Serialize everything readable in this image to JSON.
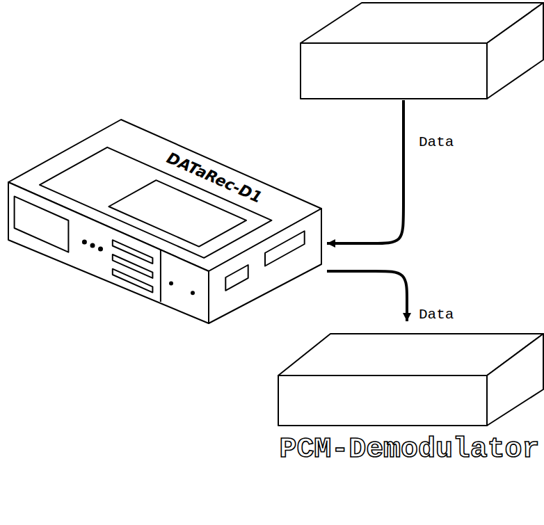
{
  "diagram": {
    "nodes": [
      {
        "text": []
      },
      {
        "text": [
          "DATaRec-D1"
        ]
      },
      {
        "text": [
          "PCM-Demodulator"
        ]
      }
    ],
    "edges": [
      {
        "from": 0,
        "to": 1,
        "arrow": "to",
        "label": "Data"
      },
      {
        "from": 1,
        "to": 2,
        "arrow": "to",
        "label": "Data"
      }
    ]
  }
}
